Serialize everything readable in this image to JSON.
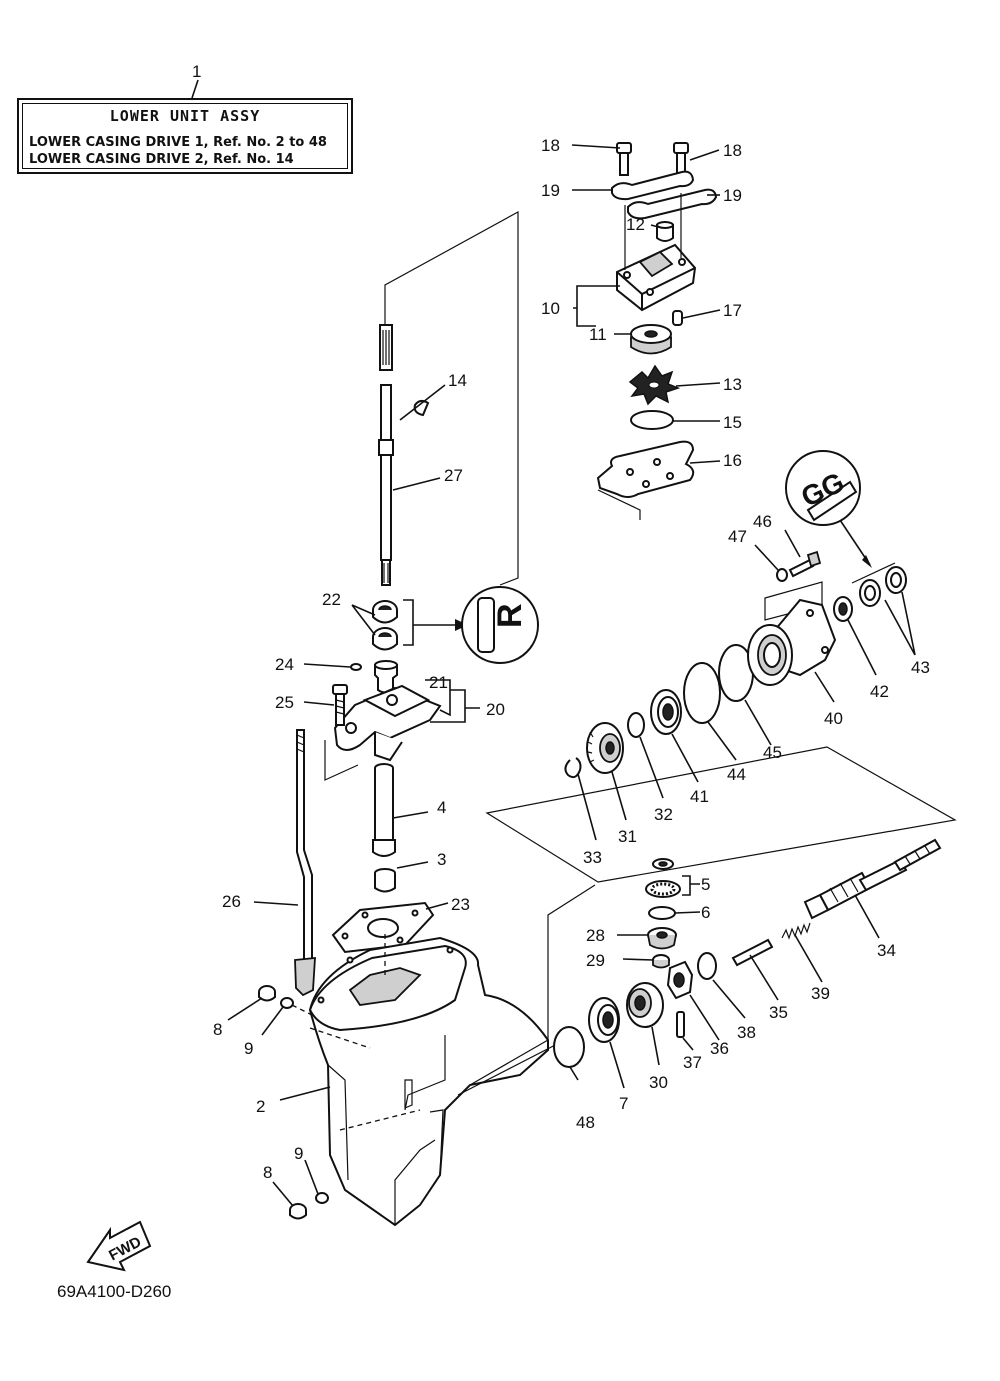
{
  "title_box": {
    "heading": "LOWER UNIT ASSY",
    "line1": "LOWER CASING DRIVE 1, Ref. No. 2 to 48",
    "line2": "LOWER CASING DRIVE 2, Ref. No. 14"
  },
  "fwd_label": "FWD",
  "footer_code": "69A4100-D260",
  "symbols": {
    "grease_stamp": "GG",
    "sealant_stamp": "R"
  },
  "callouts": {
    "c1": "1",
    "c2": "2",
    "c3": "3",
    "c4": "4",
    "c5": "5",
    "c6": "6",
    "c7": "7",
    "c8a": "8",
    "c8b": "8",
    "c9a": "9",
    "c9b": "9",
    "c10": "10",
    "c11": "11",
    "c12": "12",
    "c13": "13",
    "c14": "14",
    "c15": "15",
    "c16": "16",
    "c17": "17",
    "c18a": "18",
    "c18b": "18",
    "c19a": "19",
    "c19b": "19",
    "c20": "20",
    "c21": "21",
    "c22": "22",
    "c23": "23",
    "c24": "24",
    "c25": "25",
    "c26": "26",
    "c27": "27",
    "c28": "28",
    "c29": "29",
    "c30": "30",
    "c31": "31",
    "c32": "32",
    "c33": "33",
    "c34": "34",
    "c35": "35",
    "c36": "36",
    "c37": "37",
    "c38": "38",
    "c39": "39",
    "c40": "40",
    "c41": "41",
    "c42": "42",
    "c43": "43",
    "c44": "44",
    "c45": "45",
    "c46": "46",
    "c47": "47",
    "c48": "48"
  }
}
